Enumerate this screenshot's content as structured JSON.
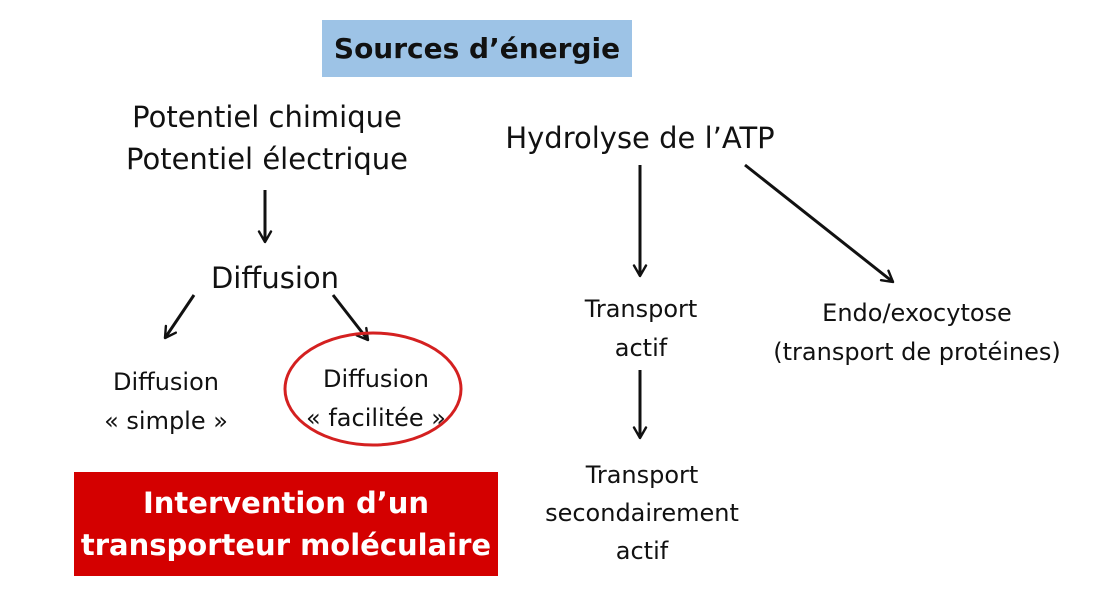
{
  "title": "Sources d’énergie",
  "left_source": {
    "line1": "Potentiel chimique",
    "line2": "Potentiel électrique"
  },
  "right_source": "Hydrolyse de l’ATP",
  "diffusion": "Diffusion",
  "diffusion_simple": {
    "line1": "Diffusion",
    "line2": "« simple »"
  },
  "diffusion_facilitee": {
    "line1": "Diffusion",
    "line2": "« facilitée »"
  },
  "transport_actif": {
    "line1": "Transport",
    "line2": "actif"
  },
  "transport_secondaire": {
    "line1": "Transport",
    "line2": "secondairement",
    "line3": "actif"
  },
  "endo_exocytose": {
    "line1": "Endo/exocytose",
    "line2": "(transport de protéines)"
  },
  "intervention": {
    "line1": "Intervention d’un",
    "line2": "transporteur moléculaire"
  },
  "colors": {
    "title_bg": "#9dc3e6",
    "highlight_red": "#d40000",
    "circle_red": "#d42020"
  }
}
